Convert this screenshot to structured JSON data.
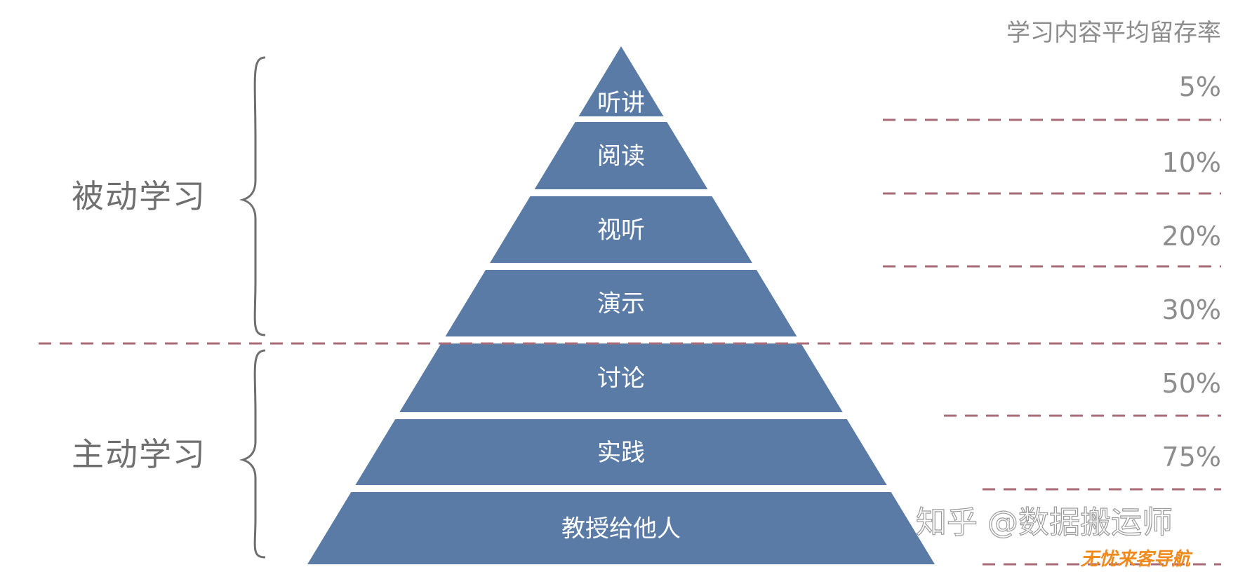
{
  "header": {
    "title": "学习内容平均留存率"
  },
  "tiers": [
    {
      "label": "听讲",
      "rate": "5%"
    },
    {
      "label": "阅读",
      "rate": "10%"
    },
    {
      "label": "视听",
      "rate": "20%"
    },
    {
      "label": "演示",
      "rate": "30%"
    },
    {
      "label": "讨论",
      "rate": "50%"
    },
    {
      "label": "实践",
      "rate": "75%"
    },
    {
      "label": "教授给他人",
      "rate": ""
    }
  ],
  "groups": {
    "passive": "被动学习",
    "active": "主动学习"
  },
  "watermark": {
    "text": "知乎 @数据搬运师",
    "badge": "无忧来客导航"
  },
  "colors": {
    "pyramid": "#5b7ba7",
    "dash": "#a86b78",
    "text_gray": "#8d8d8d",
    "group_gray": "#6f6f6f",
    "brace": "#6f6f6f",
    "badge_orange": "#f08a1c"
  }
}
